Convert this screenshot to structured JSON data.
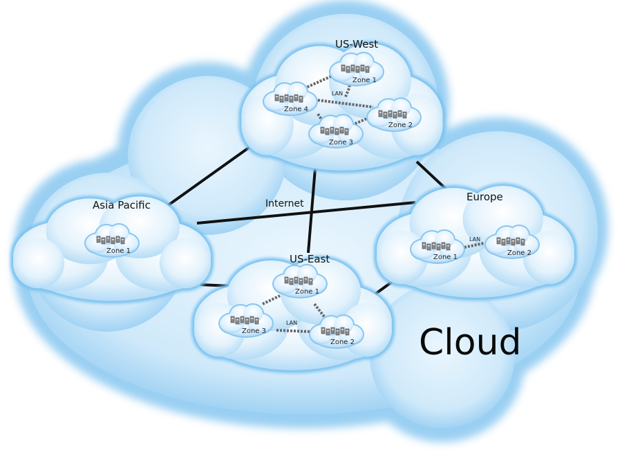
{
  "diagram": {
    "title": "Cloud",
    "internet_label": "Internet",
    "regions": {
      "us_west": {
        "name": "US-West",
        "zones": [
          "Zone 1",
          "Zone 2",
          "Zone 3",
          "Zone 4"
        ],
        "lan_label": "LAN"
      },
      "asia_pacific": {
        "name": "Asia Pacific",
        "zones": [
          "Zone 1"
        ]
      },
      "europe": {
        "name": "Europe",
        "zones": [
          "Zone 1",
          "Zone 2"
        ],
        "lan_label": "LAN"
      },
      "us_east": {
        "name": "US-East",
        "zones": [
          "Zone 1",
          "Zone 2",
          "Zone 3"
        ],
        "lan_label": "LAN"
      }
    },
    "colors": {
      "cloud_outer": "#7cc3f0",
      "cloud_inner": "#e9f5fd",
      "link_line": "#111111",
      "lan_dots": "#666666"
    }
  }
}
